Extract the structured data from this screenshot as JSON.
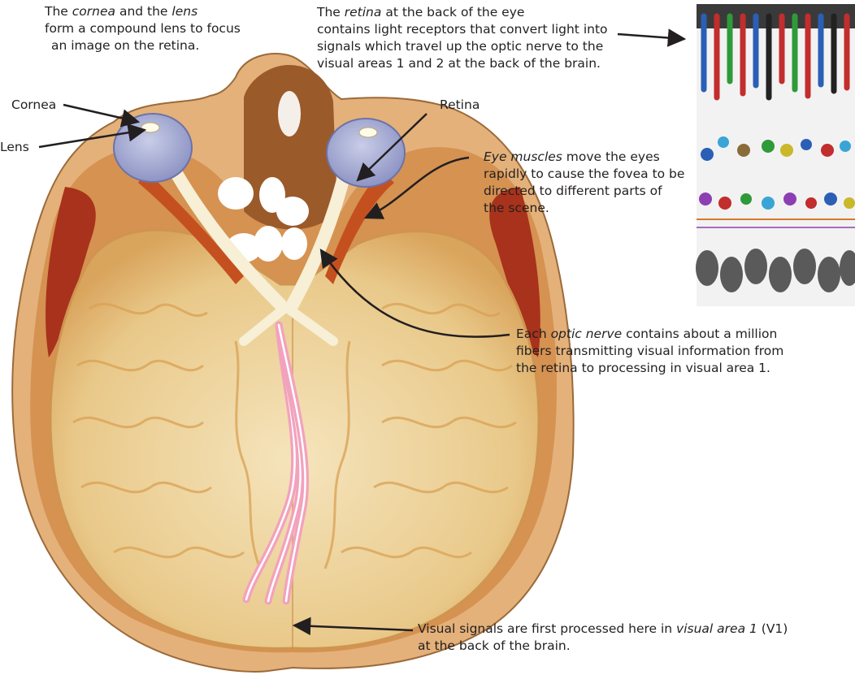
{
  "colors": {
    "skin": "#e6b27a",
    "brain_white": "#f3dfb2",
    "brain_gray": "#dfae63",
    "muscle": "#b6381e",
    "eyeball": "#a4abd4",
    "optic_nerve": "#f7efd6",
    "pathway": "#f2a2bd",
    "arrow": "#231f20",
    "text": "#231f20"
  },
  "labels": {
    "cornea": "Cornea",
    "lens": "Lens",
    "retina": "Retina"
  },
  "annotations": {
    "cornea_lens": {
      "line1_a": "The ",
      "line1_em1": "cornea",
      "line1_b": " and the ",
      "line1_em2": "lens",
      "line2": "form a compound lens to focus",
      "line3": "an image on the retina."
    },
    "retina": {
      "line1_a": "The ",
      "line1_em": "retina",
      "line1_b": " at the back of the eye",
      "line2": "contains light receptors that convert light into",
      "line3": "signals which travel up the optic nerve to the",
      "line4": "visual areas 1 and 2 at the back of the brain."
    },
    "eye_muscles": {
      "line1_em": "Eye muscles",
      "line1_b": " move the eyes",
      "line2": "rapidly to cause the fovea to be",
      "line3": "directed to different parts of",
      "line4": "the scene."
    },
    "optic_nerve": {
      "line1_a": "Each ",
      "line1_em": "optic nerve",
      "line1_b": " contains about a million",
      "line2": "fibers transmitting visual information from",
      "line3": "the retina to processing in visual area 1."
    },
    "visual_area": {
      "line1_a": "Visual signals are first processed here in ",
      "line1_em": "visual area 1",
      "line1_b": " (V1)",
      "line2": "at the back of the brain."
    }
  }
}
